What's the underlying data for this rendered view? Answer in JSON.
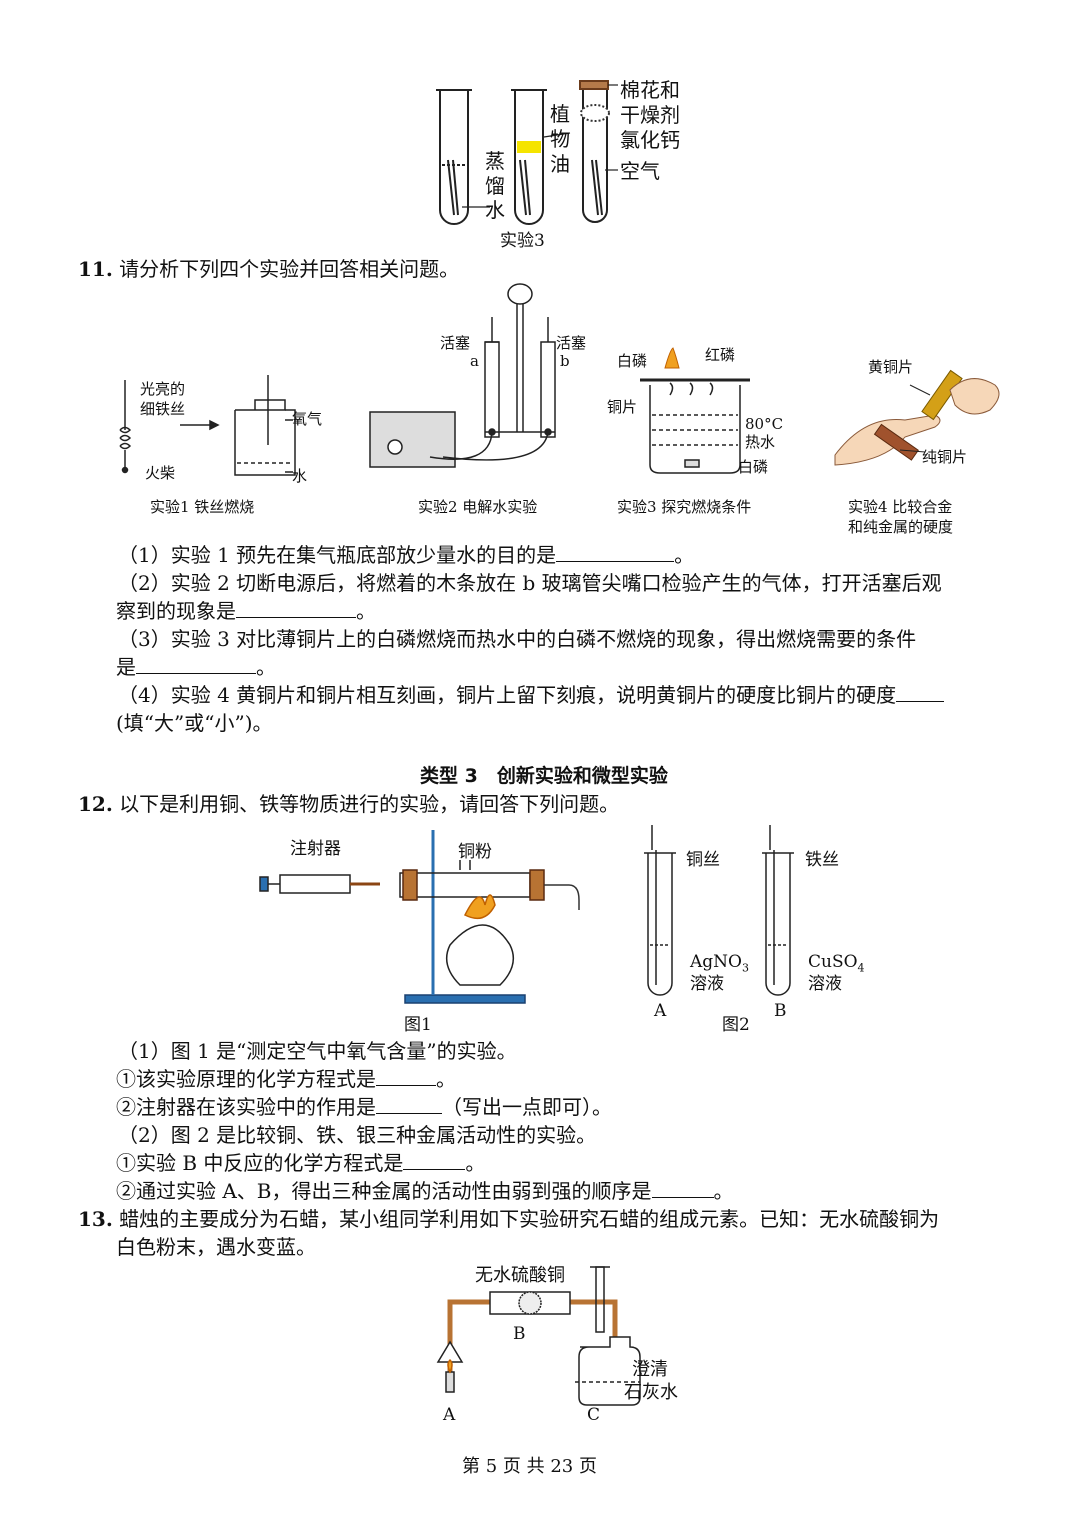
{
  "top_figure": {
    "caption": "实验3",
    "labels": {
      "cotton_desiccant": "棉花和",
      "cotton_desiccant2": "干燥剂",
      "cotton_desiccant3": "氯化钙",
      "air": "空气",
      "veg_oil_1": "植",
      "veg_oil_2": "物",
      "veg_oil_3": "油",
      "water_1": "蒸",
      "water_2": "馏",
      "water_3": "水"
    }
  },
  "q11": {
    "number": "11.",
    "stem": "请分析下列四个实验并回答相关问题。",
    "figures": {
      "exp1": {
        "caption": "实验1 铁丝燃烧",
        "l1": "光亮的",
        "l2": "细铁丝",
        "match": "火柴",
        "oxygen": "氧气",
        "water": "水"
      },
      "exp2": {
        "caption": "实验2 电解水实验",
        "stopcock_l": "活塞",
        "stopcock_r": "活塞",
        "a": "a",
        "b": "b"
      },
      "exp3": {
        "caption": "实验3 探究燃烧条件",
        "white_p": "白磷",
        "red_p": "红磷",
        "copper": "铜片",
        "temp": "80°C",
        "hot_water": "热水",
        "white_p2": "白磷"
      },
      "exp4": {
        "caption1": "实验4 比较合金",
        "caption2": "和纯金属的硬度",
        "brass": "黄铜片",
        "pure_cu": "纯铜片"
      }
    },
    "parts": [
      "（1）实验 1 预先在集气瓶底部放少量水的目的是",
      "（2）实验 2 切断电源后，将燃着的木条放在 b 玻璃管尖嘴口检验产生的气体，打开活塞后观",
      "察到的现象是",
      "（3）实验 3 对比薄铜片上的白磷燃烧而热水中的白磷不燃烧的现象，得出燃烧需要的条件",
      "是",
      "（4）实验 4 黄铜片和铜片相互刻画，铜片上留下刻痕，说明黄铜片的硬度比铜片的硬度",
      "(填“大”或“小”)。"
    ],
    "end": "。"
  },
  "section_title": "类型 3　创新实验和微型实验",
  "q12": {
    "number": "12.",
    "stem": "以下是利用铜、铁等物质进行的实验，请回答下列问题。",
    "fig1": {
      "caption": "图1",
      "syringe": "注射器",
      "cu_powder": "铜粉"
    },
    "fig2": {
      "caption": "图2",
      "cu_wire": "铜丝",
      "fe_wire": "铁丝",
      "agno3": "AgNO",
      "agno3_sub": "3",
      "cuso4": "CuSO",
      "cuso4_sub": "4",
      "solution1": "溶液",
      "solution2": "溶液",
      "A": "A",
      "B": "B"
    },
    "lines": [
      "（1）图 1 是“测定空气中氧气含量”的实验。",
      "①该实验原理的化学方程式是",
      "②注射器在该实验中的作用是",
      "（写出一点即可）。",
      "（2）图 2 是比较铜、铁、银三种金属活动性的实验。",
      "①实验 B 中反应的化学方程式是",
      "②通过实验 A、B，得出三种金属的活动性由弱到强的顺序是"
    ]
  },
  "q13": {
    "number": "13.",
    "stem1": "蜡烛的主要成分为石蜡，某小组同学利用如下实验研究石蜡的组成元素。已知：无水硫酸铜为",
    "stem2": "白色粉末，遇水变蓝。",
    "fig": {
      "cuso4": "无水硫酸铜",
      "B": "B",
      "A": "A",
      "C": "C",
      "lime1": "澄清",
      "lime2": "石灰水"
    }
  },
  "footer": "第 5 页 共 23 页",
  "colors": {
    "oil": "#f5e400",
    "copper_pipe": "#b87333",
    "flame": "#f0a020"
  }
}
